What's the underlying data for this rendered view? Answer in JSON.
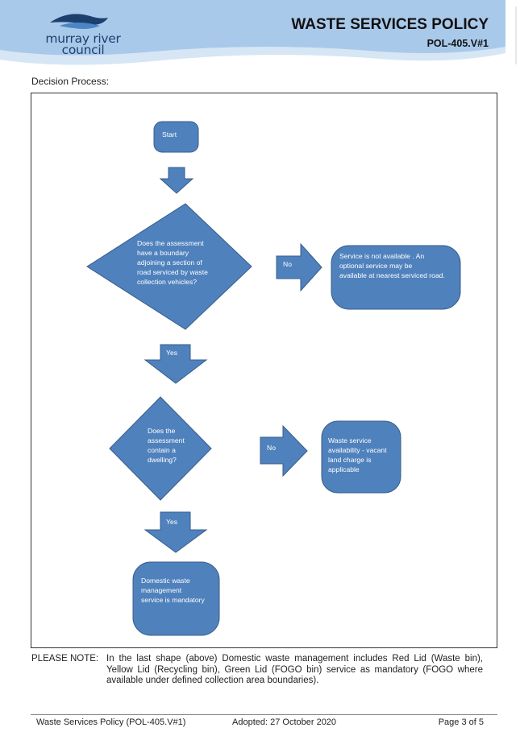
{
  "header": {
    "logo_line1": "murray river",
    "logo_line2": "council",
    "title": "WASTE SERVICES POLICY",
    "code": "POL-405.V#1"
  },
  "section_label": "Decision Process:",
  "flowchart": {
    "start": "Start",
    "decision1": [
      "Does the  assessment",
      "have a boundary",
      "adjoining a section of",
      "road serviced by waste",
      "collection vehicles?"
    ],
    "no1_label": "No",
    "outcome1": [
      "Service is not available . An",
      "optional service may be",
      "available at nearest serviced road."
    ],
    "yes1_label": "Yes",
    "decision2": [
      "Does the",
      "assessment",
      "contain a",
      "dwelling?"
    ],
    "no2_label": "No",
    "outcome2": [
      "Waste service",
      "availability - vacant",
      "land charge is",
      "applicable"
    ],
    "yes2_label": "Yes",
    "final": [
      "Domestic waste",
      "management",
      "service is mandatory"
    ]
  },
  "note": {
    "label": "PLEASE NOTE:",
    "body": "In the last shape (above) Domestic waste management includes Red Lid (Waste bin), Yellow Lid (Recycling bin), Green Lid (FOGO bin) service as mandatory (FOGO where available under defined collection area boundaries)."
  },
  "footer": {
    "doc_name": "Waste Services Policy (POL-405.V#1)",
    "adopted": "Adopted: 27 October 2020",
    "page": "Page 3 of 5"
  },
  "colors": {
    "shape_fill": "#4f81bd",
    "shape_stroke": "#385d8a",
    "banner": "#a9c9ea"
  }
}
